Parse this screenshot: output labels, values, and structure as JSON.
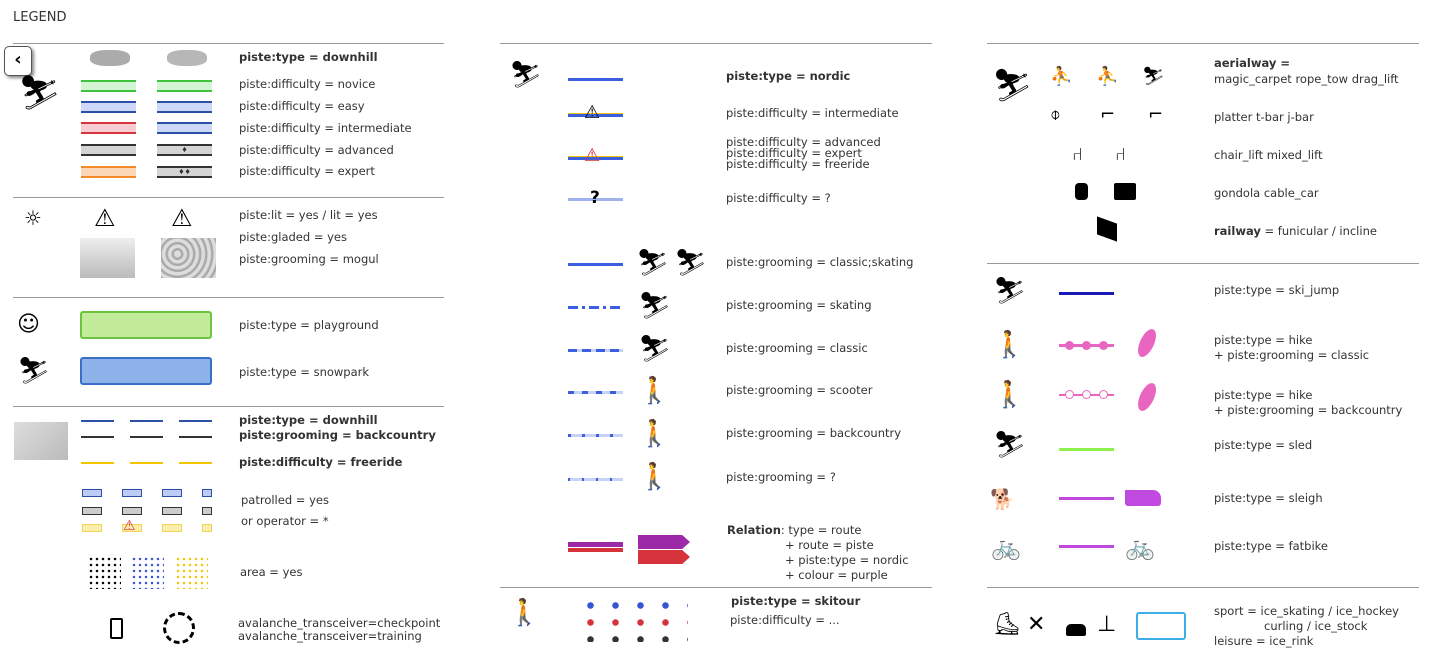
{
  "header": {
    "title": "LEGEND",
    "back_button": "back"
  },
  "col1": {
    "downhill_title": "piste:type = downhill",
    "difficulties": [
      "piste:difficulty = novice",
      "piste:difficulty = easy",
      "piste:difficulty = intermediate",
      "piste:difficulty = advanced",
      "piste:difficulty = expert"
    ],
    "lit": "piste:lit = yes / lit = yes",
    "gladed": "piste:gladed = yes",
    "mogul": "piste:grooming = mogul",
    "playground": "piste:type = playground",
    "snowpark": "piste:type = snowpark",
    "bc_type": "piste:type = downhill",
    "bc_grooming": "piste:grooming = backcountry",
    "freeride": "piste:difficulty = freeride",
    "patrolled": "patrolled = yes",
    "operator": "or  operator = *",
    "area": "area = yes",
    "checkpoint": "avalanche_transceiver=checkpoint",
    "training": "avalanche_transceiver=training"
  },
  "col2": {
    "nordic_title": "piste:type = nordic",
    "intermediate": "piste:difficulty = intermediate",
    "advanced": "piste:difficulty = advanced",
    "expert": "piste:difficulty = expert",
    "freeride": "piste:difficulty = freeride",
    "unknown": "piste:difficulty = ?",
    "question_mark": "?",
    "groomings": [
      "piste:grooming = classic;skating",
      "piste:grooming = skating",
      "piste:grooming = classic",
      "piste:grooming = scooter",
      "piste:grooming = backcountry",
      "piste:grooming = ?"
    ],
    "relation_label": "Relation",
    "relation_lines": [
      ": type = route",
      "+ route = piste",
      "+ piste:type = nordic",
      "+ colour = purple"
    ],
    "skitour_title": "piste:type = skitour",
    "skitour_difficulty": "piste:difficulty = ..."
  },
  "col3": {
    "aerialway_title": "aerialway =",
    "aerialway_1": "magic_carpet  rope_tow  drag_lift",
    "aerialway_2": "platter   t-bar   j-bar",
    "aerialway_3": "chair_lift   mixed_lift",
    "aerialway_4": "gondola   cable_car",
    "railway_label": "railway",
    "railway_rest": " = funicular / incline",
    "ski_jump": "piste:type = ski_jump",
    "hike_classic": [
      "piste:type = hike",
      "+ piste:grooming = classic"
    ],
    "hike_bc": [
      "piste:type = hike",
      "+ piste:grooming = backcountry"
    ],
    "sled": "piste:type = sled",
    "sleigh": "piste:type = sleigh",
    "fatbike": "piste:type = fatbike",
    "ice_1": "sport = ice_skating / ice_hockey",
    "ice_2": "curling / ice_stock",
    "ice_3": "leisure = ice_rink"
  },
  "colors": {
    "novice": "#3fc43f",
    "easy": "#2c4fa8",
    "intermediate": "#d6333d",
    "advanced": "#333333",
    "expert": "#f08a2a",
    "nordic": "#3b5fe0",
    "freeride": "#f2c500",
    "purple": "#9c2aa8",
    "hike": "#e966c0",
    "sled": "#8ef04a",
    "sleigh": "#c04ae0",
    "skijump": "#1a1ab5"
  }
}
